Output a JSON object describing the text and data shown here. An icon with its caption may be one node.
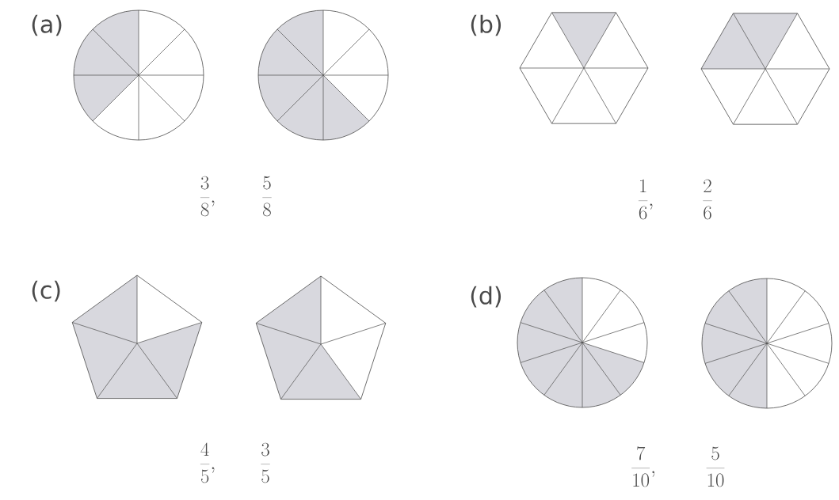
{
  "diagram": {
    "nodes": [
      {
        "text": [],
        "shape": "circle"
      },
      {
        "text": [],
        "shape": "circle"
      },
      {
        "text": [],
        "shape": "hexagon"
      },
      {
        "text": [],
        "shape": "hexagon"
      },
      {
        "text": [],
        "shape": "pentagon"
      },
      {
        "text": [],
        "shape": "pentagon"
      },
      {
        "text": [],
        "shape": "circle"
      },
      {
        "text": [],
        "shape": "circle"
      }
    ],
    "edges": [],
    "labels": [
      "(a)",
      "\\frac{3}{8},",
      "\\frac{5}{8}",
      "(b)",
      "\\frac{1}{6},",
      "\\frac{2}{6}",
      "(c)",
      "\\frac{4}{5},",
      "\\frac{3}{5}",
      "(d)",
      "\\frac{7}{10},",
      "\\frac{5}{10}"
    ]
  }
}
